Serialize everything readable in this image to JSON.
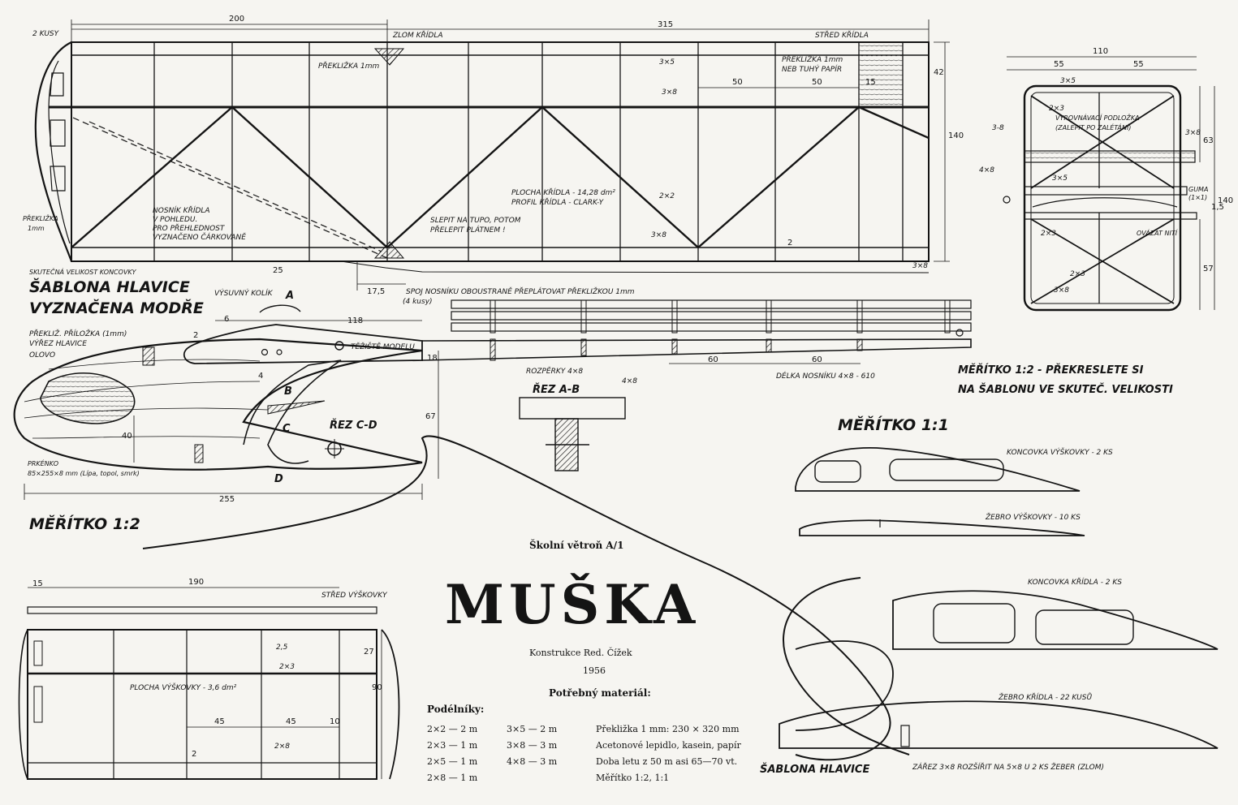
{
  "wing": {
    "dim_200": "200",
    "dim_315": "315",
    "zlom_label": "ZLOM KŘÍDLA",
    "stred_label": "STŘED KŘÍDLA",
    "kusy_label": "2 KUSY",
    "preklizka_1mm": "PŘEKLIŽKA 1mm",
    "preklizka_papir_1": "PŘEKLIŽKA 1mm",
    "preklizka_papir_2": "NEB TUHÝ PAPÍR",
    "d_3x5": "3×5",
    "d_3x8": "3×8",
    "d_50a": "50",
    "d_50b": "50",
    "d_15": "15",
    "d_42": "42",
    "d_140": "140",
    "d_2x2": "2×2",
    "d_3x8b": "3×8",
    "d_2": "2",
    "d_25": "25",
    "d_175": "17,5",
    "d_3x8c": "3×8",
    "nosnik_1": "NOSNÍK KŘÍDLA",
    "nosnik_2": "V POHLEDU.",
    "nosnik_3": "PRO PŘEHLEDNOST",
    "nosnik_4": "VYZNAČENO ČÁRKOVANĚ",
    "plocha_1": "PLOCHA KŘÍDLA - 14,28 dm²",
    "plocha_2": "PROFIL KŘÍDLA - CLARK-Y",
    "slepit_1": "SLEPIT NA TUPO, POTOM",
    "slepit_2": "PŘELEPIT PLÁTNEM !",
    "preklizka_left_1": "PŘEKLIŽKA",
    "preklizka_left_2": "1mm",
    "koncovka_note": "SKUTEČNÁ VELIKOST KONCOVKY",
    "spoj_1": "SPOJ NOSNÍKU OBOUSTRANĚ PŘEPLÁTOVAT PŘEKLIŽKOU 1mm",
    "spoj_2": "(4 kusy)"
  },
  "fuselage_section": {
    "d_110": "110",
    "d_55a": "55",
    "d_55b": "55",
    "d_3x5": "3×5",
    "d_2x3a": "2×3",
    "d_3x8a": "3-8",
    "podlozka_1": "VYROVNÁVACÍ PODLOŽKA",
    "podlozka_2": "(ZALEPIT PO ZALÉTÁNÍ)",
    "d_3x8b": "3×8",
    "d_63": "63",
    "d_4x8": "4×8",
    "d_3x5b": "3×5",
    "guma_1": "GUMA",
    "guma_2": "(1×1)",
    "d_15": "1,5",
    "d_2x3b": "2×3",
    "ovazat": "OVÁZAT NITÍ",
    "d_2x3c": "2×3",
    "d_3x8c": "3×8",
    "d_57": "57",
    "d_140": "140"
  },
  "head": {
    "sablona_1": "ŠABLONA HLAVICE",
    "sablona_2": "VYZNAČENA MODŘE",
    "kolik": "VÝSUVNÝ KOLÍK",
    "a": "A",
    "b": "B",
    "c": "C",
    "d": "D",
    "d_6": "6",
    "d_118": "118",
    "d_2": "2",
    "priloz_1": "PŘEKLIŽ. PŘÍLOŽKA (1mm)",
    "priloz_2": "VÝŘEZ HLAVICE",
    "olovo": "OLOVO",
    "teziste": "TĚŽIŠTĚ MODELU",
    "d_18": "18",
    "d_4": "4",
    "rez_cd": "ŘEZ C-D",
    "d_40": "40",
    "d_67": "67",
    "prkenko_1": "PRKÉNKO",
    "prkenko_2": "85×255×8 mm (Lípa, topol, smrk)",
    "d_255": "255",
    "meritko": "MĚŘÍTKO 1:2"
  },
  "boom": {
    "rozperky": "ROZPĚRKY 4×8",
    "d_4x8": "4×8",
    "d_60a": "60",
    "d_60b": "60",
    "delka": "DÉLKA NOSNÍKU 4×8 - 610",
    "rez_ab": "ŘEZ A-B"
  },
  "notes": {
    "meritko_12_1": "MĚŘÍTKO 1:2 - PŘEKRESLETE SI",
    "meritko_12_2": "NA ŠABLONU VE SKUTEČ. VELIKOSTI",
    "meritko_11": "MĚŘÍTKO 1:1"
  },
  "templates": {
    "koncovka_vyskovky": "KONCOVKA VÝŠKOVKY - 2 KS",
    "zebro_vyskovky": "ŽEBRO VÝŠKOVKY - 10 KS",
    "koncovka_kridla": "KONCOVKA KŘÍDLA - 2 KS",
    "zebro_kridla": "ŽEBRO KŘÍDLA - 22 KUSŮ",
    "sablona_hlavice": "ŠABLONA HLAVICE",
    "zarez": "ZÁŘEZ 3×8 ROZŠÍŘIT NA 5×8 U 2 KS ŽEBER (ZLOM)"
  },
  "stabilizer": {
    "d_15": "15",
    "d_190": "190",
    "stred": "STŘED VÝŠKOVKY",
    "d_25": "2,5",
    "d_2x3": "2×3",
    "plocha": "PLOCHA VÝŠKOVKY - 3,6 dm²",
    "d_27": "27",
    "d_90": "90",
    "d_45a": "45",
    "d_45b": "45",
    "d_10": "10",
    "d_2x8": "2×8",
    "d_2": "2"
  },
  "title_block": {
    "subtitle": "Školní větroň A/1",
    "title": "MUŠKA",
    "konstrukce": "Konstrukce Red. Čížek",
    "year": "1956",
    "material_heading": "Potřebný materiál:",
    "podelniky": "Podélníky:",
    "mat": [
      [
        "2×2 — 2 m",
        "3×5 — 2 m",
        "Překližka 1 mm: 230 × 320 mm"
      ],
      [
        "2×3 — 1 m",
        "3×8 — 3 m",
        "Acetonové lepidlo, kasein, papír"
      ],
      [
        "2×5 — 1 m",
        "4×8 — 3 m",
        "Doba letu z 50 m asi 65—70 vt."
      ],
      [
        "2×8 — 1 m",
        "",
        "Měřítko 1:2, 1:1"
      ]
    ]
  }
}
